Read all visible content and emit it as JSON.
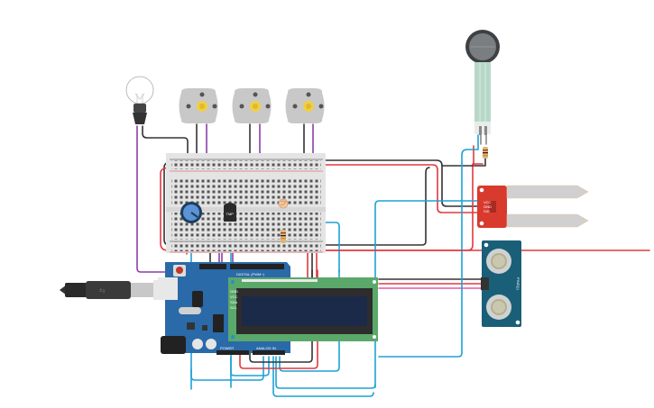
{
  "diagram": {
    "type": "circuit-schematic",
    "view": "breadboard",
    "background": "#ffffff"
  },
  "components": {
    "bulb": {
      "name": "Light bulb"
    },
    "motors": [
      {
        "name": "DC motor 1"
      },
      {
        "name": "DC motor 2"
      },
      {
        "name": "DC motor 3"
      }
    ],
    "force_sensor": {
      "name": "Force sensor"
    },
    "breadboard": {
      "name": "Breadboard (small)"
    },
    "potentiometer": {
      "name": "Potentiometer"
    },
    "temp_sensor": {
      "name": "Temperature sensor",
      "label": "TMP"
    },
    "photoresistor": {
      "name": "Photoresistor"
    },
    "resistors": [
      {
        "name": "Resistor (breadboard)"
      },
      {
        "name": "Resistor (force sensor)"
      }
    ],
    "soil_sensor": {
      "name": "Soil moisture sensor",
      "pin_labels": [
        "VCC",
        "GND",
        "SIG"
      ]
    },
    "ultrasonic": {
      "name": "Ultrasonic distance sensor",
      "label": "PING)))"
    },
    "arduino": {
      "name": "Arduino Uno R3",
      "header_label": "DIGITAL (PWM~)",
      "bottom_labels": [
        "POWER",
        "ANALOG IN"
      ]
    },
    "lcd": {
      "name": "LCD 16x2 (I2C)",
      "pin_labels": [
        "GND",
        "VCC",
        "SDA",
        "SCL"
      ]
    },
    "usb": {
      "name": "USB cable"
    }
  },
  "colors": {
    "wire_black": "#333333",
    "wire_red": "#e0393e",
    "wire_blue": "#1ea1d6",
    "wire_purple": "#8a3ea8",
    "wire_yellow": "#e6c300",
    "wire_green": "#3aa84a",
    "wire_pink": "#e05aa8",
    "arduino_blue": "#2a6aa8",
    "lcd_green": "#5aa86a",
    "lcd_screen": "#1c2a4a",
    "soil_red": "#d93a2e",
    "ultrasonic_teal": "#1a5f78"
  }
}
